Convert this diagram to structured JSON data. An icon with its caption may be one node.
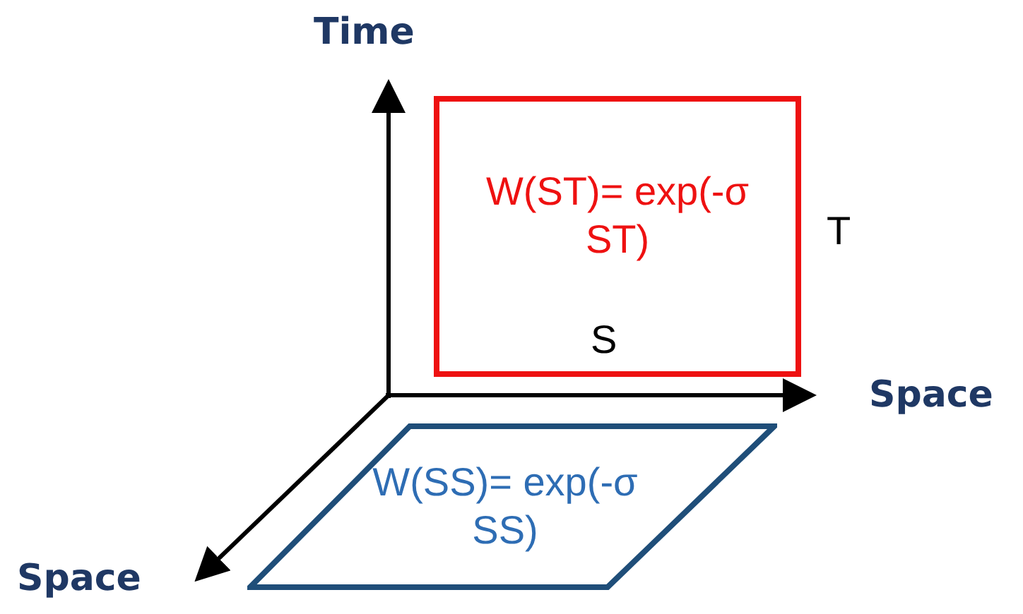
{
  "diagram": {
    "nodes": [
      {
        "text": [
          "W(ST)= exp(-σ ST)"
        ]
      },
      {
        "text": [
          "W(SS)= exp(-σ SS)"
        ]
      }
    ],
    "labels": [
      "Time",
      "T",
      "S",
      "Space",
      "Space"
    ]
  }
}
